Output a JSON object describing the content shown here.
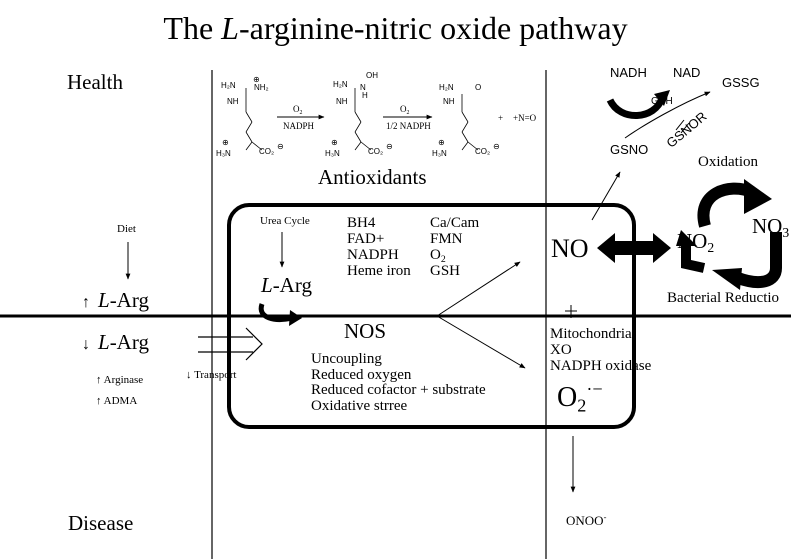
{
  "title": {
    "prefix": "The ",
    "italic": "L",
    "suffix": "-arginine-nitric oxide pathway"
  },
  "left": {
    "health": "Health",
    "disease": "Disease",
    "diet": "Diet",
    "arg_up": {
      "arrow": "↑",
      "italic": "L",
      "rest": "-Arg"
    },
    "arg_down": {
      "arrow": "↓",
      "italic": "L",
      "rest": "-Arg"
    },
    "arginase": "Arginase",
    "adma": "ADMA",
    "transport": "Transport"
  },
  "reaction": {
    "step1": {
      "top": "O",
      "top_sub": "2",
      "bottom": "NADPH"
    },
    "step2": {
      "top": "O",
      "top_sub": "2",
      "bottom": "1/2 NADPH"
    },
    "plus": "+",
    "no_product": "+N=O",
    "antioxidants": "Antioxidants",
    "labels": {
      "m1_h2n": "H₂N",
      "m1_nh2": "NH₂",
      "m1_nh": "NH",
      "m1_h3n": "H₃N",
      "m1_co2": "CO₂",
      "m2_h2n": "H₂N",
      "m2_n": "N",
      "m2_oh": "OH",
      "m2_h": "H",
      "m2_nh": "NH",
      "m2_h3n": "H₃N",
      "m2_co2": "CO₂",
      "m3_h2n": "H₂N",
      "m3_o": "O",
      "m3_nh": "NH",
      "m3_h3n": "H₃N",
      "m3_co2": "CO₂",
      "plus_sign": "⊕",
      "minus_sign": "⊖"
    }
  },
  "nos_box": {
    "urea_cycle": "Urea Cycle",
    "l_arg": {
      "italic": "L",
      "rest": "-Arg"
    },
    "cofactors_left": [
      "BH4",
      "FAD+",
      "NADPH",
      "Heme iron"
    ],
    "cofactors_right": {
      "r1": "Ca/Cam",
      "r2": "FMN",
      "r3_main": "O",
      "r3_sub": "2",
      "r4": "GSH"
    },
    "nos": "NOS",
    "stress": [
      "Uncoupling",
      "Reduced oxygen",
      "Reduced cofactor + substrate",
      "Oxidative strree"
    ]
  },
  "right": {
    "no": "NO",
    "no2": {
      "main": "NO",
      "sub": "2"
    },
    "no3": {
      "main": "NO",
      "sub": "3"
    },
    "oxidation": "Oxidation",
    "bacterial_reduction": "Bacterial Reductio",
    "superoxide_sources": [
      "Mitochondria",
      "XO",
      "NADPH oxidase"
    ],
    "superoxide": {
      "main": "O",
      "sub": "2",
      "sup": "·−"
    },
    "onoo": {
      "main": "ONOO",
      "sup": "-"
    },
    "glutathione": {
      "nadh": "NADH",
      "nad": "NAD",
      "gssg": "GSSG",
      "gsh": "GSH",
      "gsno": "GSNO",
      "gsnor": "GSNOR"
    }
  }
}
